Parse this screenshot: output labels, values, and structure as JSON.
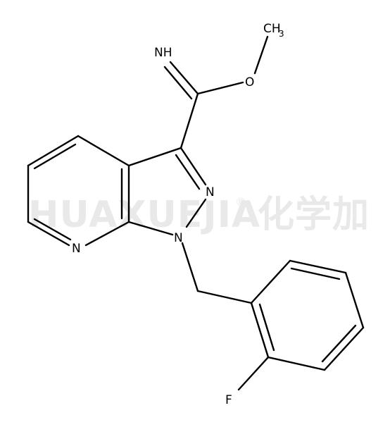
{
  "watermark": {
    "latin": "HUAXUEJIA",
    "registered": "®",
    "chinese": "化学加"
  },
  "atoms": {
    "imine": "NH",
    "methyl_C": "CH",
    "methyl_sub": "3",
    "ester_O": "O",
    "pyrazole_N2": "N",
    "pyrazole_N1": "N",
    "pyridine_N": "N",
    "fluorine": "F"
  }
}
